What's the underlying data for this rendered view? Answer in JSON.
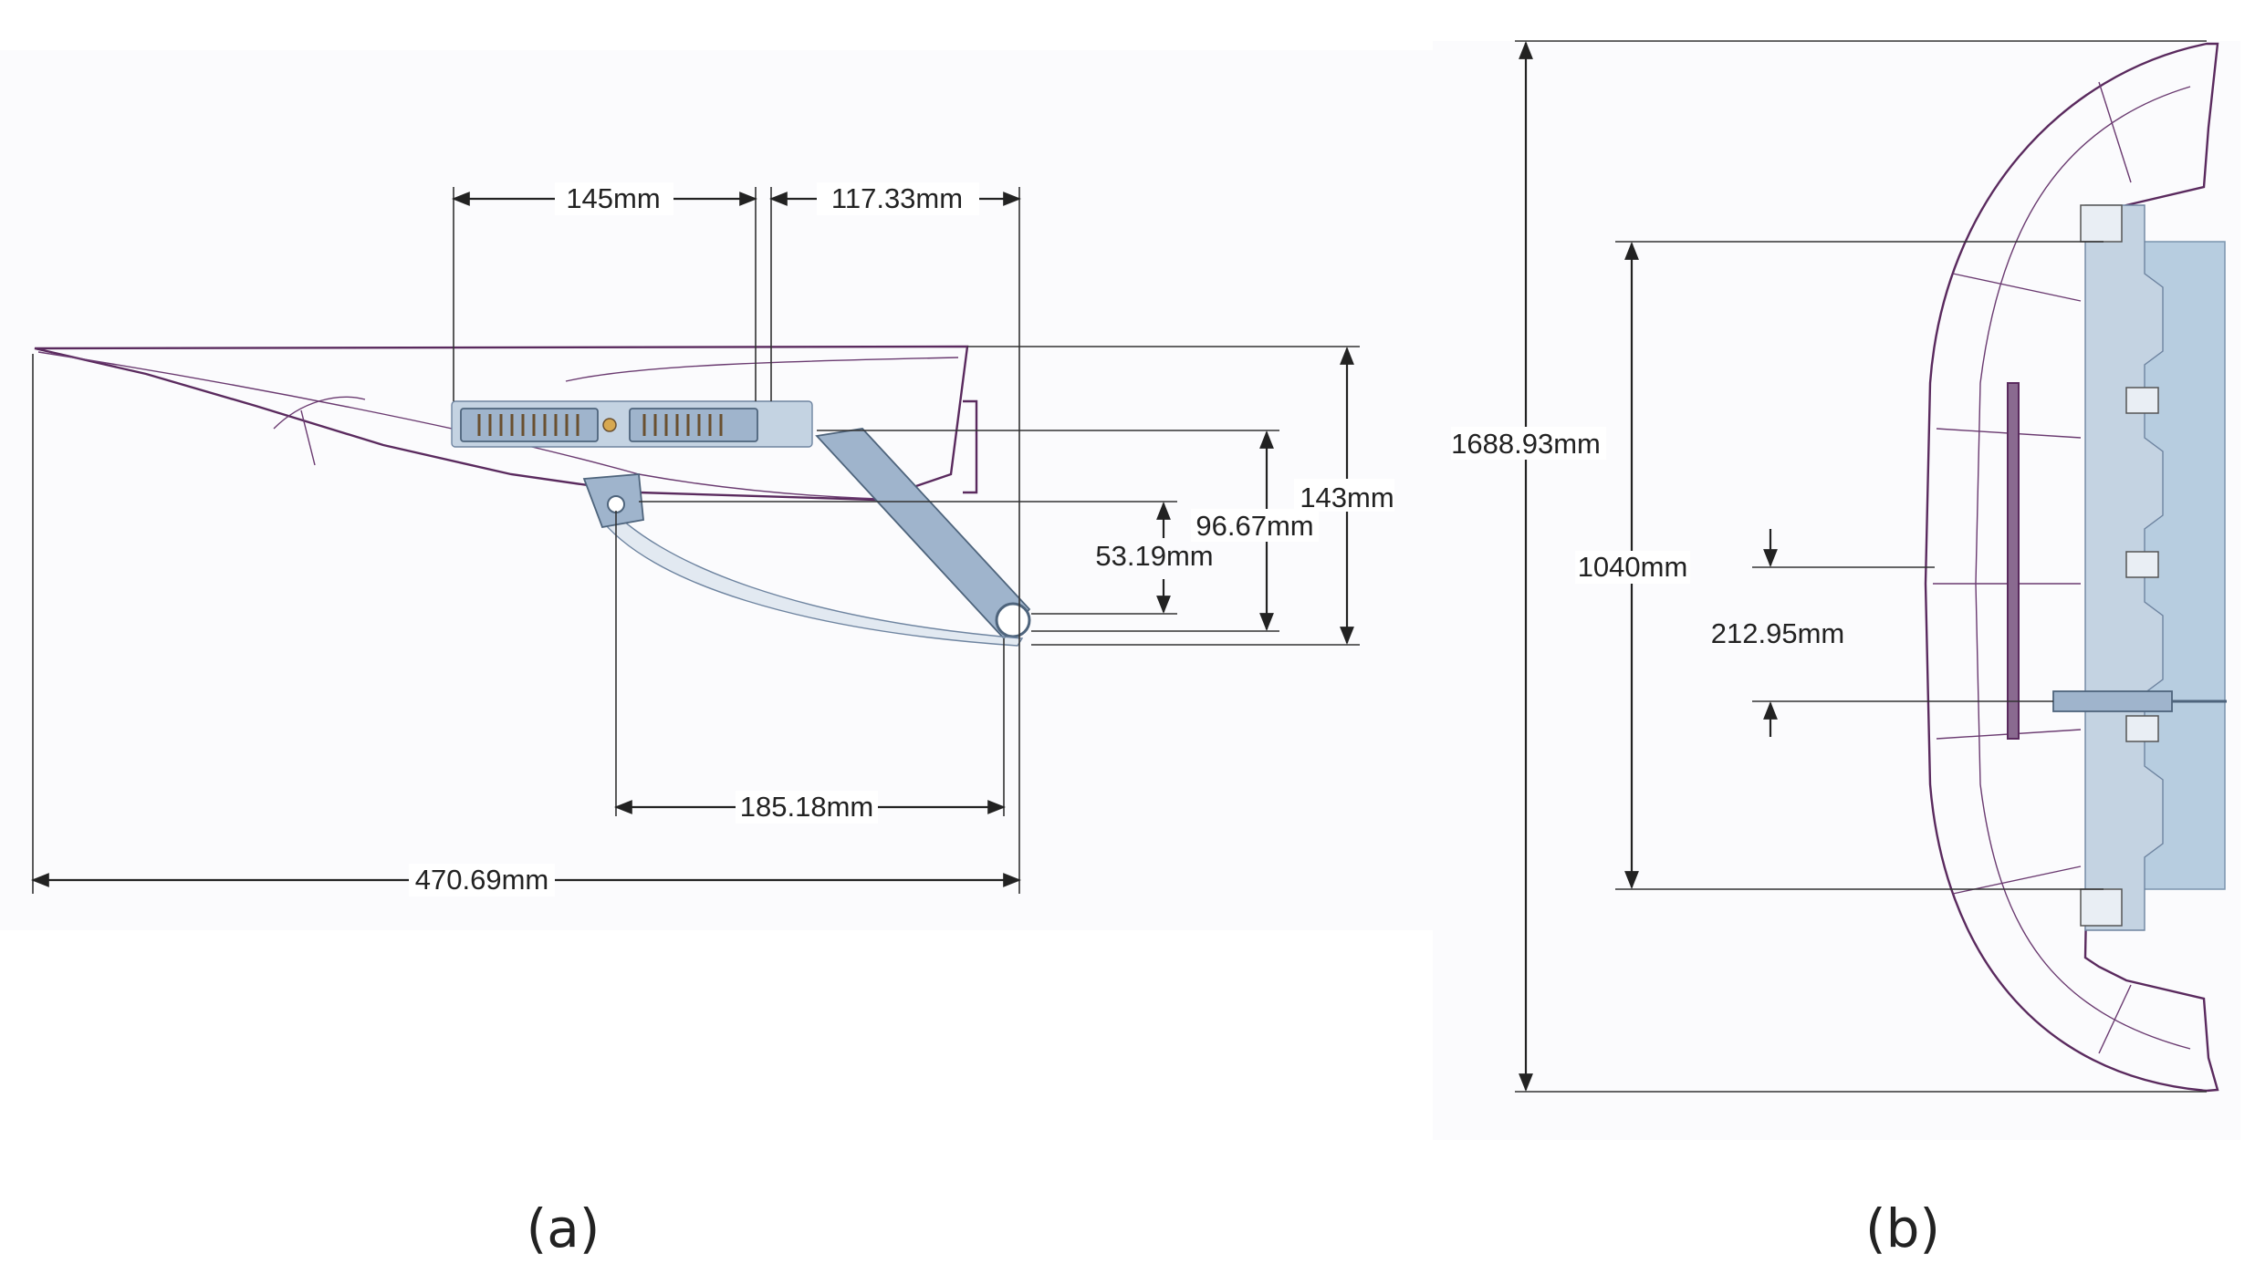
{
  "panel_a": {
    "caption": "(a)",
    "dims": {
      "d145": "145mm",
      "d117": "117.33mm",
      "d143": "143mm",
      "d96": "96.67mm",
      "d53": "53.19mm",
      "d185": "185.18mm",
      "d470": "470.69mm"
    }
  },
  "panel_b": {
    "caption": "(b)",
    "dims": {
      "d1688": "1688.93mm",
      "d1040": "1040mm",
      "d212": "212.95mm"
    }
  },
  "colors": {
    "outline": "#5a2a5e",
    "steel": "#9fb4cc",
    "mount_panel": "#b7cde0"
  }
}
